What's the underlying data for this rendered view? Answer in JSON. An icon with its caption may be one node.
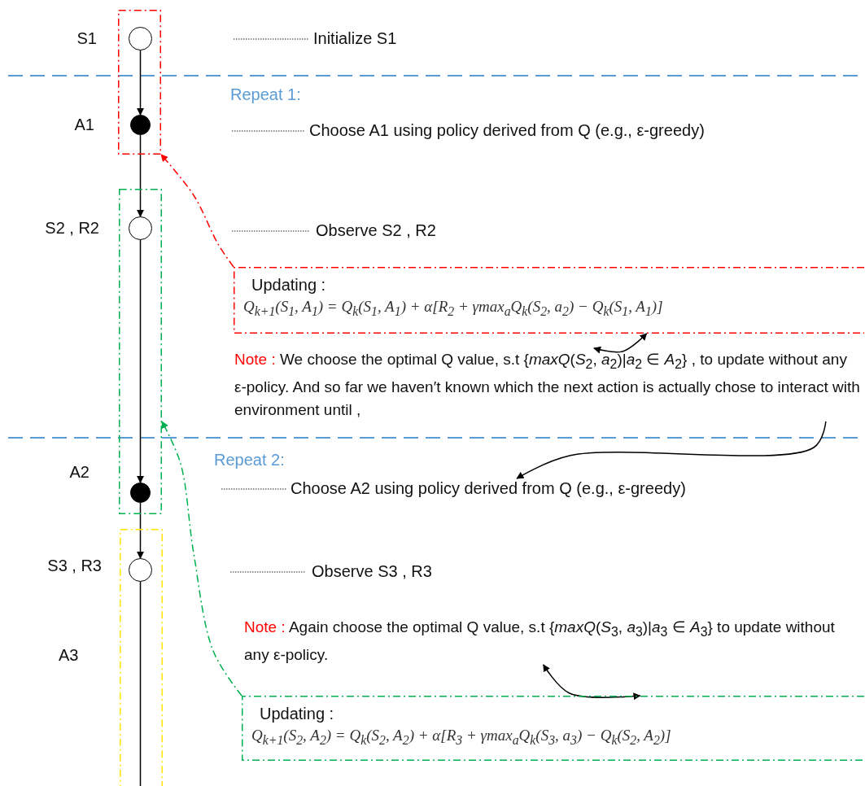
{
  "diagram": {
    "nodes": [
      {
        "text": [],
        "shape": "box"
      },
      {
        "text": [],
        "shape": "circle",
        "in": 0,
        "beside": [
          "S1"
        ]
      },
      {
        "text": [],
        "shape": "dot",
        "in": 0,
        "beside": [
          "A1"
        ]
      },
      {
        "text": [],
        "shape": "box"
      },
      {
        "text": [],
        "shape": "circle",
        "in": 3,
        "beside": [
          "S2 , R2"
        ]
      },
      {
        "text": [],
        "shape": "dot",
        "in": 3,
        "beside": [
          "A2"
        ]
      },
      {
        "text": [],
        "shape": "box"
      },
      {
        "text": [],
        "shape": "circle",
        "in": 6,
        "beside": [
          "S3 , R3"
        ]
      },
      {
        "text": [
          "Updating :",
          "Q$_{k+1}$(S$_{1}$, A$_{1}$) = Q$_{k}$(S$_{1}$, A$_{1}$) + α[R$_{2}$ + γmax$_{a}$Q$_{k}$(S$_{2}$, a$_{2}$) − Q$_{k}$(S$_{1}$, A$_{1}$)]"
        ]
      },
      {
        "text": [
          "Note :",
          "We choose the optimal Q value, s.t {*maxQ*(*S*$_{2}$, *a*$_{2}$)|*a*$_{2}$ ∈ *A*$_{2}$} , to update without any ε-policy. And so far we haven′t known which the next action is actually chose to interact with environment until ,"
        ]
      },
      {
        "text": [
          "Choose A2 using policy derived from Q (e.g., ε-greedy)"
        ]
      },
      {
        "text": [
          "Note :",
          "Again choose the optimal Q value, s.t {*maxQ*(*S*$_{3}$, *a*$_{3}$)|*a*$_{3}$ ∈ *A*$_{3}$} to update without any ε-policy."
        ]
      },
      {
        "text": [
          "Updating :",
          "Q$_{k+1}$(S$_{2}$, A$_{2}$) = Q$_{k}$(S$_{2}$, A$_{2}$) + α[R$_{3}$ + γmax$_{a}$Q$_{k}$(S$_{3}$, a$_{3}$) − Q$_{k}$(S$_{2}$, A$_{2}$)]"
        ]
      }
    ],
    "edges": [
      {
        "from": 1,
        "to": 2,
        "arrow": "to"
      },
      {
        "from": 2,
        "to": 4,
        "arrow": "to"
      },
      {
        "from": 4,
        "to": 5,
        "arrow": "to"
      },
      {
        "from": 5,
        "to": 7,
        "arrow": "to"
      },
      {
        "from": 7,
        "to": null,
        "arrow": "none"
      },
      {
        "from": 8,
        "to": 0,
        "arrow": "to",
        "style": "dashed",
        "color": "#ff0000"
      },
      {
        "from": 9,
        "to": 8,
        "arrow": "both"
      },
      {
        "from": 9,
        "to": 10,
        "arrow": "to"
      },
      {
        "from": 12,
        "to": 3,
        "arrow": "to",
        "style": "dashed",
        "color": "#00b050"
      },
      {
        "from": 11,
        "to": 12,
        "arrow": "both"
      }
    ],
    "labels": [
      "Initialize S1",
      "Repeat 1:",
      "Choose A1 using policy derived from Q (e.g., ε-greedy)",
      "Observe S2 , R2",
      "Repeat 2:",
      "Observe S3 , R3",
      "A3"
    ]
  }
}
